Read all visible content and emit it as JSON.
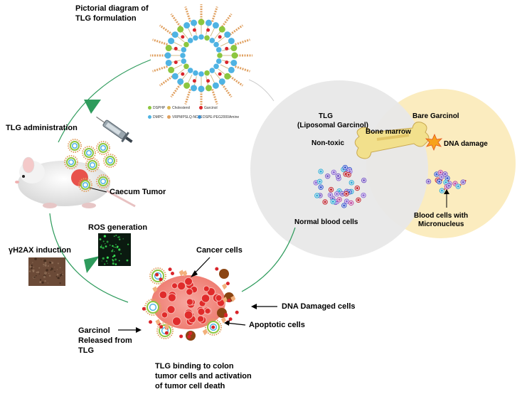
{
  "labels": {
    "pictorial": [
      "Pictorial diagram of",
      "TLG formulation"
    ],
    "tlg_admin": "TLG administration",
    "caecum": "Caecum Tumor",
    "ros": "ROS generation",
    "h2ax": "γH2AX induction",
    "cancer": "Cancer cells",
    "dna_damaged_cells": "DNA Damaged cells",
    "apoptotic": "Apoptotic cells",
    "garcinol_released": [
      "Garcinol",
      "Released from",
      "TLG"
    ],
    "tlg_binding": [
      "TLG binding to colon",
      "tumor cells and activation",
      "of tumor cell death"
    ],
    "tlg_lipo": [
      "TLG",
      "(Liposomal Garcinol)"
    ],
    "bare": "Bare Garcinol",
    "bone": "Bone marrow",
    "nontoxic": "Non-toxic",
    "dna_damage": "DNA damage",
    "normal_blood": "Normal blood cells",
    "micronucleus": [
      "Blood cells with",
      "Micronucleus"
    ]
  },
  "legend": [
    "DSPHP",
    "Cholesterol",
    "Garcinol",
    "DMPC",
    "VRPMPSLQ-NC36",
    "DSPE-PEG2000Amine"
  ],
  "colors": {
    "cycle_arrow": "#2e9b5c",
    "left_circle": "#e8e8e8",
    "right_circle": "#fbecbf",
    "liposome_blue": "#4fb3e3",
    "liposome_green": "#8cc63f",
    "garcinol_red": "#d9252b",
    "tumor_core": "#f08a80",
    "tumor_dot": "#e02b2b",
    "apoptotic": "#8b4513",
    "bone": "#f2e08c",
    "ros_bg": "#0b1a10",
    "h2ax_bg": "#6b4a37"
  }
}
